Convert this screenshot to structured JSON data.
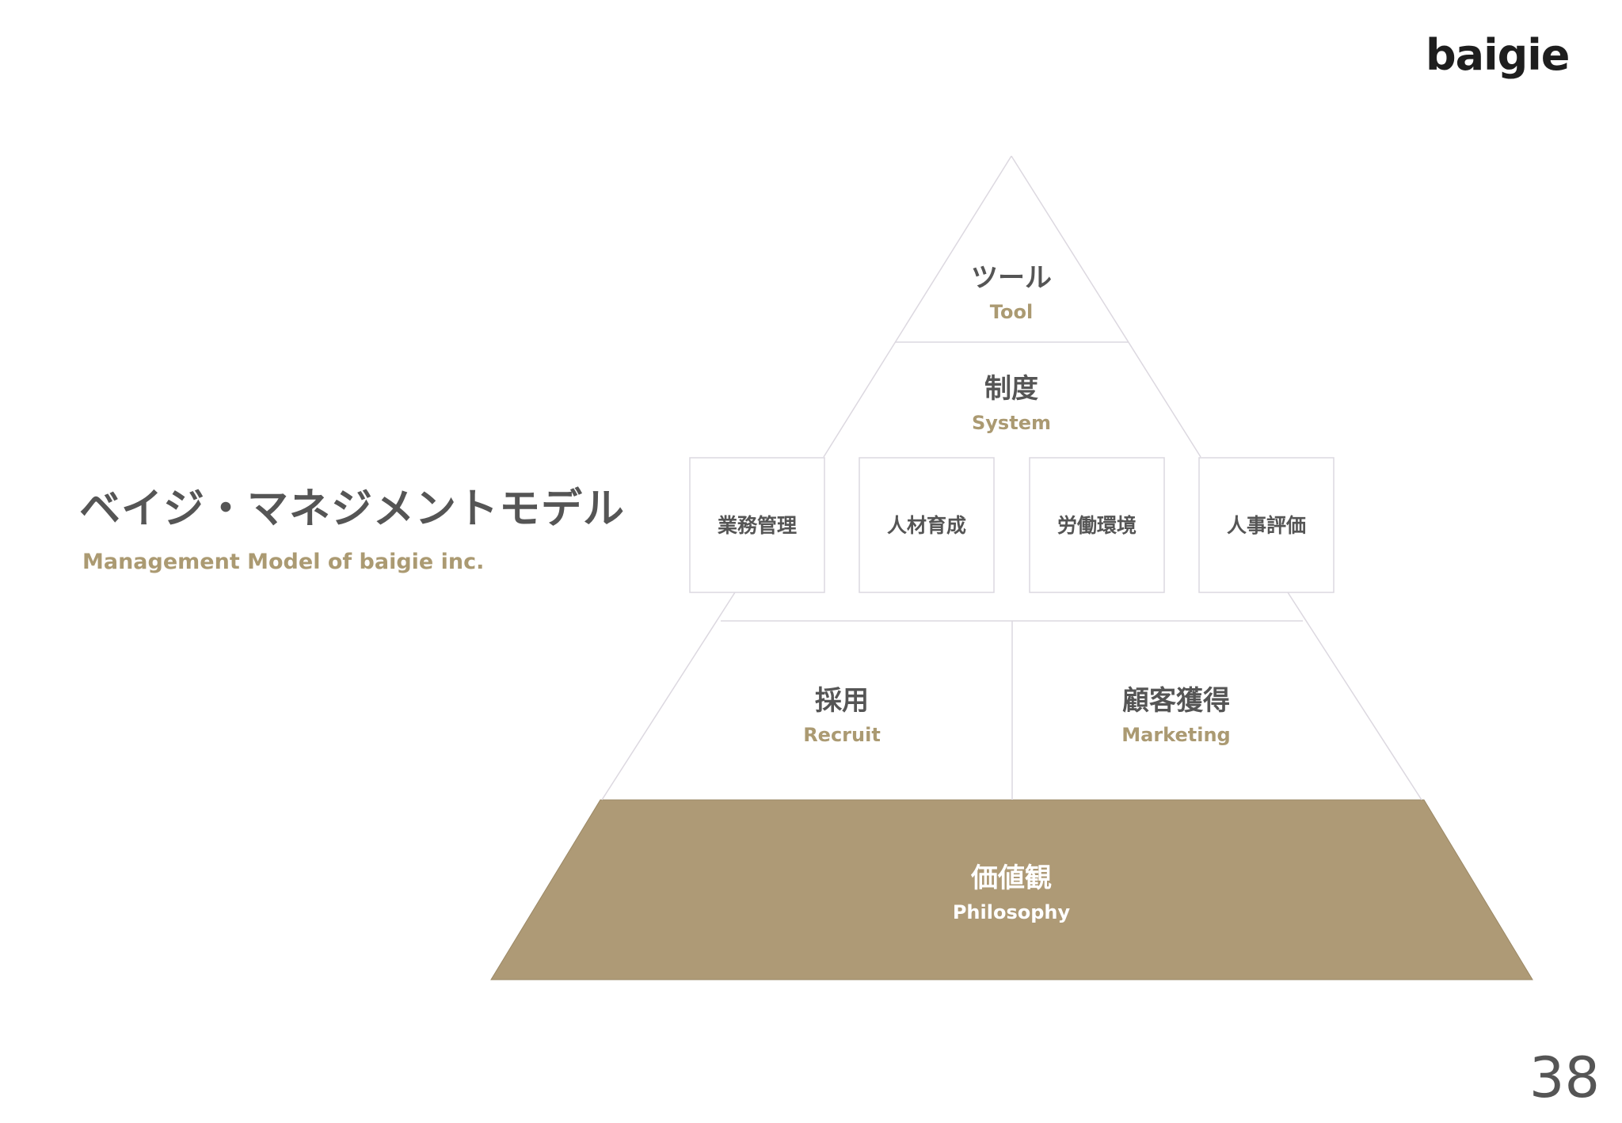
{
  "brand": {
    "logo_text": "baigie"
  },
  "heading": {
    "title": "ベイジ・マネジメントモデル",
    "subtitle": "Management Model of baigie inc."
  },
  "page_number": "38",
  "colors": {
    "accent": "#ab9a72",
    "base_fill": "#ae9a76",
    "text_dark": "#555555",
    "outline": "#dcd8e0"
  },
  "pyramid": {
    "tool": {
      "jp": "ツール",
      "en": "Tool"
    },
    "system": {
      "jp": "制度",
      "en": "System"
    },
    "boxes": [
      "業務管理",
      "人材育成",
      "労働環境",
      "人事評価"
    ],
    "recruit": {
      "jp": "採用",
      "en": "Recruit"
    },
    "marketing": {
      "jp": "顧客獲得",
      "en": "Marketing"
    },
    "philosophy": {
      "jp": "価値観",
      "en": "Philosophy"
    }
  }
}
